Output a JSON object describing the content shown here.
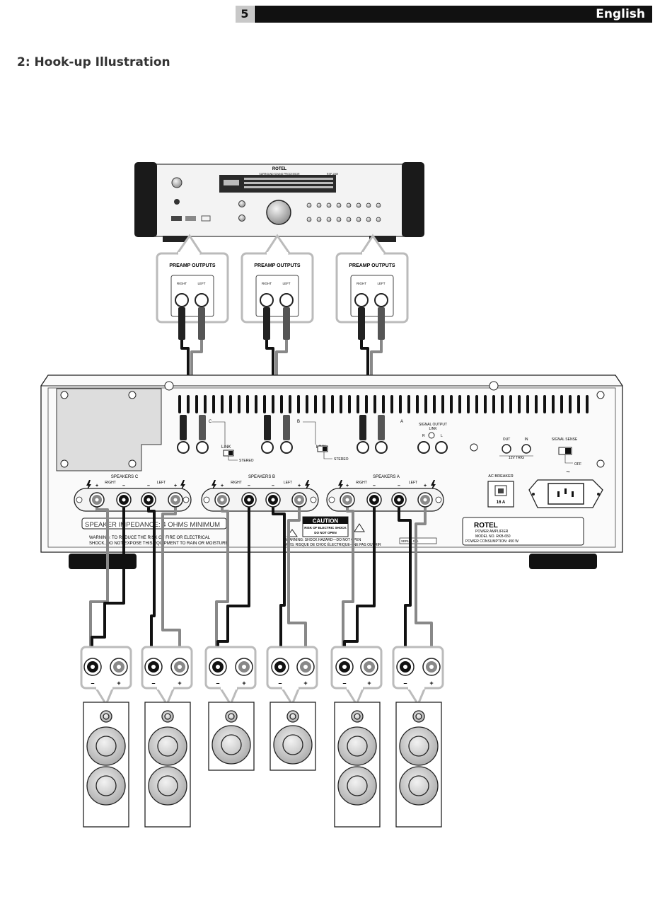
{
  "header": {
    "page_number": "5",
    "language": "English"
  },
  "section_title": "2: Hook-up Illustration",
  "processor": {
    "brand": "ROTEL",
    "subtitle": "SURROUND SOUND PROCESSOR",
    "model": "RSP-1069"
  },
  "preamp_box_label": "PREAMP OUTPUTS",
  "jack_right": "RIGHT",
  "jack_left": "LEFT",
  "amp": {
    "input_labels": [
      "C",
      "B",
      "A"
    ],
    "link_label": "LINK",
    "stereo_label": "STEREO",
    "signal_output_label": "SIGNAL OUTPUT",
    "signal_output_link": "LINK",
    "r_label": "R",
    "l_label": "L",
    "trig_out": "OUT",
    "trig_in": "IN",
    "trig_label": "12V TRIG",
    "signal_sense": "SIGNAL SENSE",
    "off_label": "OFF",
    "ac_breaker": "AC BREAKER",
    "breaker_value": "16 A",
    "speakers_c": "SPEAKERS C",
    "speakers_b": "SPEAKERS B",
    "speakers_a": "SPEAKERS A",
    "right": "RIGHT",
    "left": "LEFT",
    "impedance": "SPEAKER IMPEDANCE: 4 OHMS MINIMUM",
    "warning1": "WARNING: TO REDUCE THE RISK OF FIRE OR ELECTRICAL",
    "warning2": "SHOCK, DO NOT EXPOSE THIS EQUIPMENT TO RAIN OR MOISTURE.",
    "caution": "CAUTION",
    "caution1": "RISK OF ELECTRIC SHOCK",
    "caution2": "DO NOT OPEN",
    "warn_fr1": "WARNING: SHOCK HAZARD—DO NOT OPEN",
    "warn_fr2": "AVIS: RISQUE DE CHOC ÉLECTRIQUE—NE PAS OUVRIR",
    "serial": "SERIAL NO.",
    "brand": "ROTEL",
    "rating1": "POWER AMPLIFIER",
    "rating2": "MODEL NO. RKB-650",
    "rating3": "POWER CONSUMPTION: 450 W"
  },
  "minus": "–",
  "plus": "+"
}
